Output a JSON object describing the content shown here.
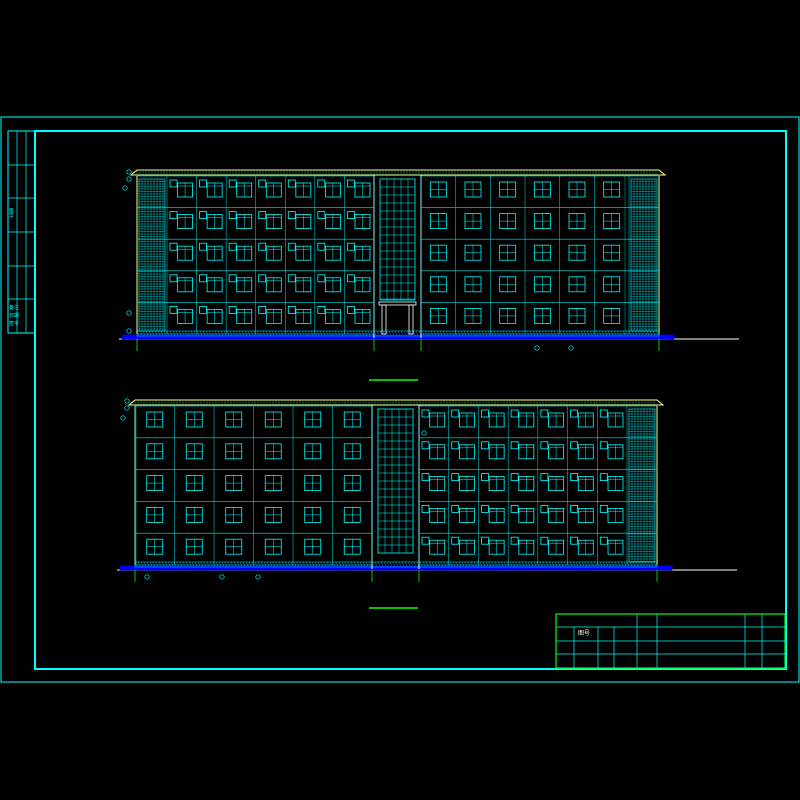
{
  "colors": {
    "background": "#000000",
    "frame": "#00ffff",
    "facade_line": "#00e5e5",
    "window": "#00ffff",
    "roof_edge": "#ffff80",
    "ground": "#ffffff",
    "grid_axis": "#00ff00",
    "foundation": "#0000ff",
    "title_block_border": "#00ff00"
  },
  "title_block": {
    "label": "图号"
  },
  "left_strip": {
    "label": "签字",
    "row_labels": [
      "备注",
      "日期",
      "签字"
    ]
  },
  "elevations": [
    {
      "name": "top-elevation",
      "floors": 5,
      "ornate_side": "left",
      "has_entrance": true
    },
    {
      "name": "bottom-elevation",
      "floors": 5,
      "ornate_side": "right",
      "has_entrance": false
    }
  ]
}
